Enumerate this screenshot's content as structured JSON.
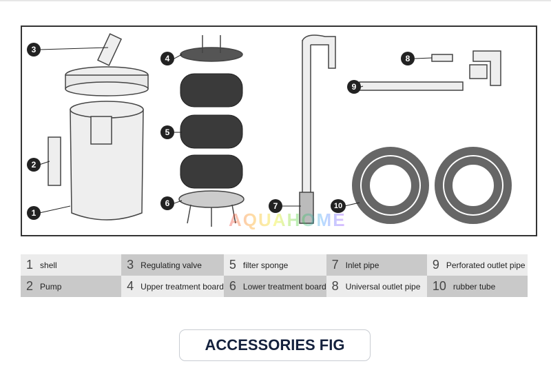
{
  "watermark": "AQUAHOME",
  "markers": [
    "1",
    "2",
    "3",
    "4",
    "5",
    "6",
    "7",
    "8",
    "9",
    "10"
  ],
  "legend": [
    {
      "num": "1",
      "label": "shell"
    },
    {
      "num": "2",
      "label": "Pump"
    },
    {
      "num": "3",
      "label": "Regulating valve"
    },
    {
      "num": "4",
      "label": "Upper treatment board"
    },
    {
      "num": "5",
      "label": "filter sponge"
    },
    {
      "num": "6",
      "label": "Lower treatment board"
    },
    {
      "num": "7",
      "label": "Inlet pipe"
    },
    {
      "num": "8",
      "label": "Universal outlet pipe"
    },
    {
      "num": "9",
      "label": "Perforated outlet pipe"
    },
    {
      "num": "10",
      "label": "rubber tube"
    }
  ],
  "title": "ACCESSORIES FIG"
}
